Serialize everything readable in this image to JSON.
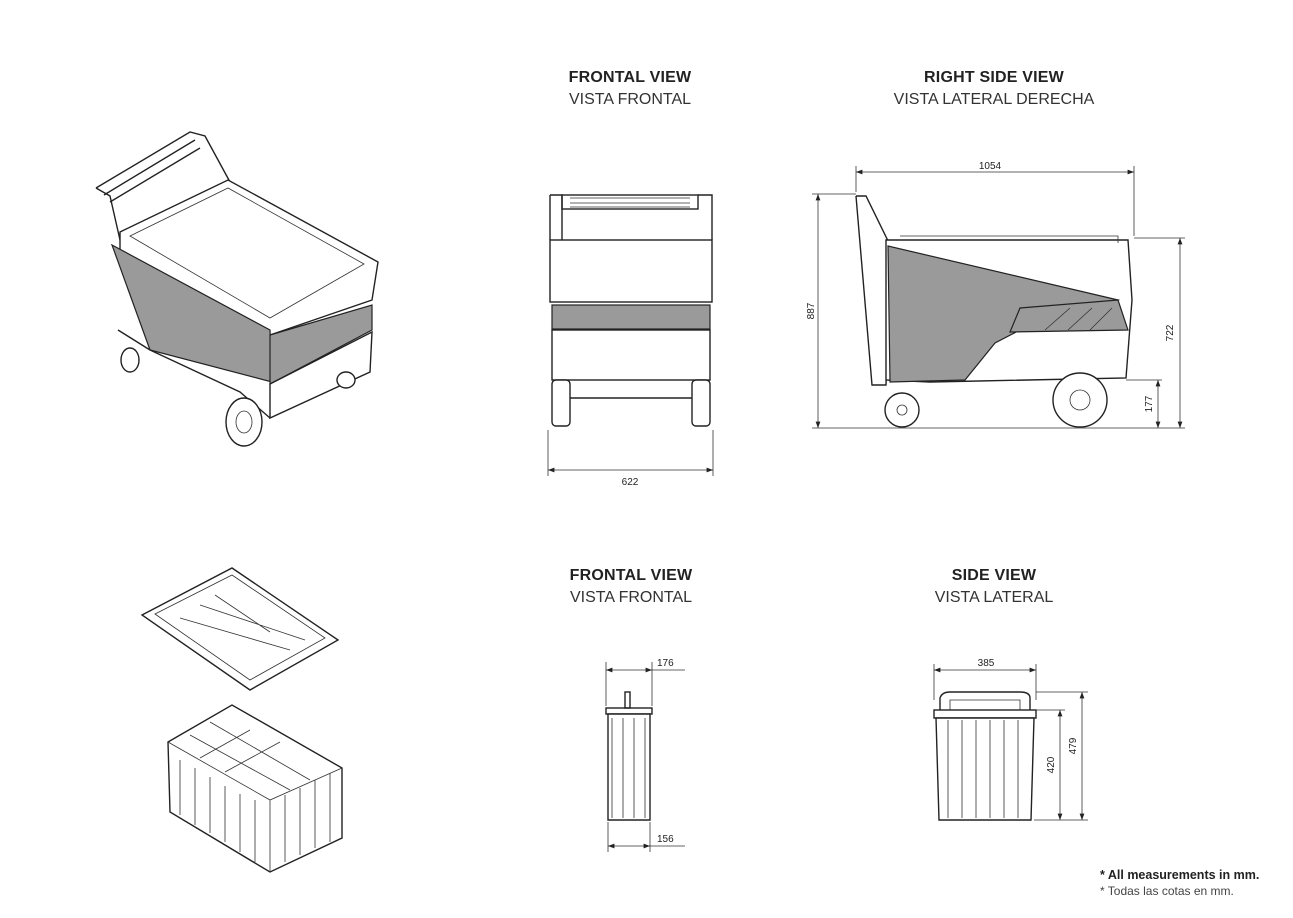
{
  "views": {
    "top_frontal": {
      "title": "FRONTAL VIEW",
      "subtitle": "VISTA FRONTAL",
      "width": "622"
    },
    "top_side": {
      "title": "RIGHT SIDE VIEW",
      "subtitle": "VISTA LATERAL DERECHA",
      "length": "1054",
      "height": "887",
      "body_height": "722",
      "ground_clearance": "177"
    },
    "bottom_frontal": {
      "title": "FRONTAL VIEW",
      "subtitle": "VISTA FRONTAL",
      "top_width": "176",
      "bottom_width": "156"
    },
    "bottom_side": {
      "title": "SIDE VIEW",
      "subtitle": "VISTA LATERAL",
      "width": "385",
      "body_height": "420",
      "total_height": "479"
    }
  },
  "notes": {
    "en": "* All measurements in mm.",
    "es": "* Todas las cotas en mm."
  }
}
